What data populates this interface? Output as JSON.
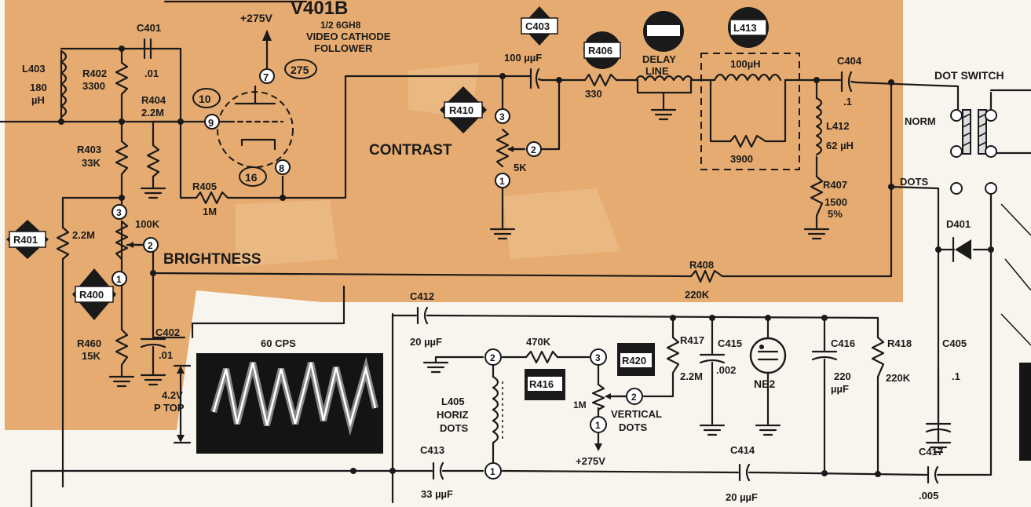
{
  "colors": {
    "paper": "#f8f5ee",
    "highlight": "#e3a15f",
    "ink": "#1a1a1a",
    "scope_bg": "#141414",
    "scope_trace": "#e8e8e8"
  },
  "tube": {
    "name": "V401B",
    "desc1": "1/2 6GH8",
    "desc2": "VIDEO CATHODE",
    "desc3": "FOLLOWER",
    "supply": "+275V",
    "pin_grid": "9",
    "pin_plate": "7",
    "pin_cathode": "8",
    "v_plate": "275",
    "v_grid": "10",
    "v_cathode": "16"
  },
  "components": {
    "L403": {
      "name": "L403",
      "value1": "180",
      "value2": "µH"
    },
    "C401": {
      "name": "C401",
      "value": ".01"
    },
    "R402": {
      "name": "R402",
      "value": "3300"
    },
    "R404": {
      "name": "R404",
      "value": "2.2M"
    },
    "R403": {
      "name": "R403",
      "value": "33K"
    },
    "R405": {
      "name": "R405",
      "value": "1M"
    },
    "R401": {
      "name": "R401",
      "value": "2.2M"
    },
    "R400": {
      "name": "R400"
    },
    "R460": {
      "name": "R460",
      "value": "15K"
    },
    "C402": {
      "name": "C402",
      "value": ".01"
    },
    "brightness_pot": {
      "label": "BRIGHTNESS",
      "value": "100K",
      "p1": "1",
      "p2": "2",
      "p3": "3"
    },
    "contrast_pot": {
      "label": "CONTRAST",
      "value": "5K",
      "p1": "1",
      "p2": "2",
      "p3": "3"
    },
    "R410": {
      "name": "R410"
    },
    "C403": {
      "name": "C403",
      "value": "100 µµF"
    },
    "R406": {
      "name": "R406",
      "value": "330"
    },
    "delay_line": {
      "line1": "DELAY",
      "line2": "LINE"
    },
    "L413": {
      "name": "L413",
      "value": "100µH",
      "shunt": "3900"
    },
    "C404": {
      "name": "C404",
      "value": ".1"
    },
    "L412": {
      "name": "L412",
      "value": "62 µH"
    },
    "R407": {
      "name": "R407",
      "value1": "1500",
      "value2": "5%"
    },
    "R408": {
      "name": "R408",
      "value": "220K"
    },
    "dot_switch": {
      "title": "DOT SWITCH",
      "norm": "NORM",
      "dots": "DOTS"
    },
    "D401": {
      "name": "D401"
    },
    "C412": {
      "name": "C412",
      "value": "20 µµF"
    },
    "R416": {
      "name": "R416",
      "value": "470K"
    },
    "L405": {
      "line1": "L405",
      "line2": "HORIZ",
      "line3": "DOTS"
    },
    "C413": {
      "name": "C413",
      "value": "33 µµF"
    },
    "vertical_pot": {
      "line1": "VERTICAL",
      "line2": "DOTS",
      "value": "1M",
      "supply": "+275V",
      "p1": "1",
      "p2": "2",
      "p3": "3",
      "px": "2"
    },
    "R420": {
      "name": "R420"
    },
    "R417": {
      "name": "R417",
      "value": "2.2M"
    },
    "C415": {
      "name": "C415",
      "value": ".002"
    },
    "NE2": {
      "name": "NE2"
    },
    "C416": {
      "name": "C416",
      "value1": "220",
      "value2": "µµF"
    },
    "R418": {
      "name": "R418",
      "value": "220K"
    },
    "C405": {
      "name": "C405",
      "value": ".1"
    },
    "C414": {
      "name": "C414",
      "value": "20 µµF"
    },
    "C417": {
      "name": "C417",
      "value": ".005"
    }
  },
  "scope": {
    "freq": "60 CPS",
    "amp1": "4.2V",
    "amp2": "P TOP"
  }
}
